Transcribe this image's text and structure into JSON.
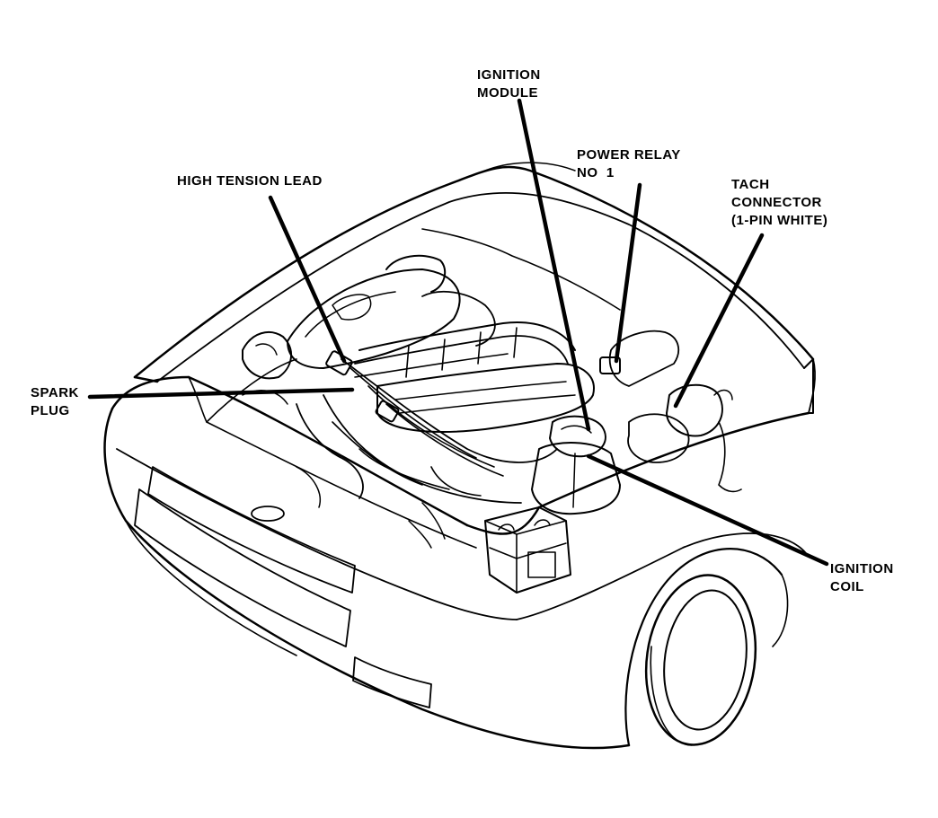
{
  "callouts": {
    "ignition_module": {
      "line1": "IGNITION",
      "line2": "MODULE"
    },
    "power_relay": {
      "line1": "POWER RELAY",
      "line2": "NO  1"
    },
    "tach_connector": {
      "line1": "TACH",
      "line2": "CONNECTOR",
      "line3": "(1-PIN WHITE)"
    },
    "high_tension_lead": {
      "line1": "HIGH TENSION LEAD"
    },
    "spark_plug": {
      "line1": "SPARK",
      "line2": "PLUG"
    },
    "ignition_coil": {
      "line1": "IGNITION",
      "line2": "COIL"
    }
  },
  "colors": {
    "ink": "#000000",
    "paper": "#ffffff"
  }
}
